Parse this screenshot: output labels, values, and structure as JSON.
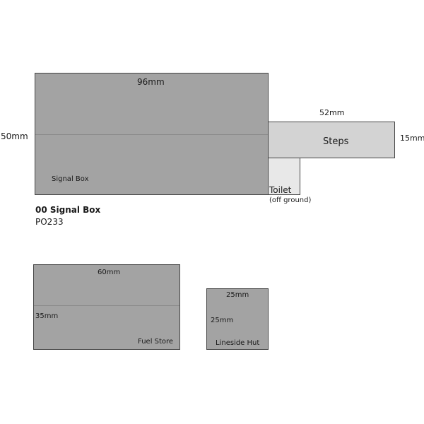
{
  "signal_box": {
    "width_label": "96mm",
    "height_label": "50mm",
    "name": "Signal Box"
  },
  "steps": {
    "width_label": "52mm",
    "height_label": "15mm",
    "name": "Steps"
  },
  "toilet": {
    "name": "Toilet",
    "note": "(off ground)"
  },
  "caption": {
    "title": "00 Signal Box",
    "code": "PO233"
  },
  "fuel_store": {
    "width_label": "60mm",
    "height_label": "35mm",
    "name": "Fuel Store"
  },
  "lineside_hut": {
    "width_label": "25mm",
    "height_label": "25mm",
    "name": "Lineside Hut"
  },
  "colors": {
    "building_fill": "#a3a3a3",
    "steps_fill": "#d3d3d3",
    "toilet_fill": "#e8e8e8",
    "outline": "#444444"
  }
}
